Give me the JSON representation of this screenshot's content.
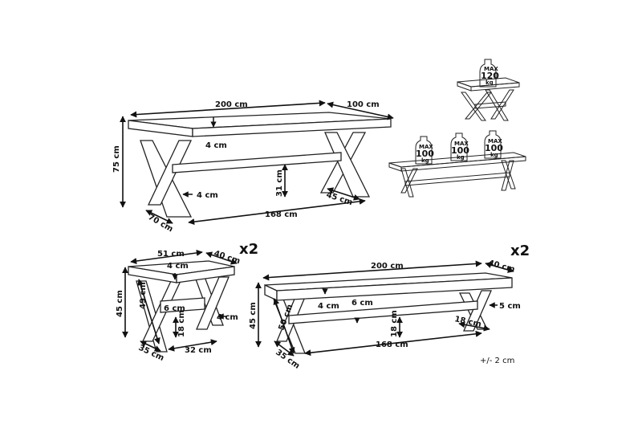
{
  "table": {
    "length": "200 cm",
    "width": "100 cm",
    "height": "75 cm",
    "top_thickness": "4 cm",
    "leg_thickness": "4 cm",
    "stretcher_height": "31 cm",
    "leg_depth": "45 cm",
    "base_length": "168 cm",
    "base_width": "70 cm"
  },
  "stool": {
    "count": "x2",
    "length": "51 cm",
    "width": "40 cm",
    "top_thickness": "4 cm",
    "height": "45 cm",
    "leg_length": "49 cm",
    "stretcher_thickness": "6 cm",
    "stretcher_height": "18 cm",
    "leg_thickness": "4 cm",
    "base_width": "35 cm",
    "base_length": "32 cm"
  },
  "bench": {
    "count": "x2",
    "length": "200 cm",
    "width": "40 cm",
    "top_thickness": "4 cm",
    "stretcher_thickness": "6 cm",
    "height": "45 cm",
    "leg_length": "50 cm",
    "stretcher_height": "18 cm",
    "leg_thickness": "5 cm",
    "leg_depth": "18 cm",
    "base_length": "168 cm",
    "base_width": "35 cm"
  },
  "load": {
    "stool_weight": {
      "max": "MAX",
      "value": "120",
      "unit": "kg"
    },
    "bench_weights": [
      {
        "max": "MAX",
        "value": "100",
        "unit": "kg"
      },
      {
        "max": "MAX",
        "value": "100",
        "unit": "kg"
      },
      {
        "max": "MAX",
        "value": "100",
        "unit": "kg"
      }
    ]
  },
  "tolerance": "+/- 2 cm"
}
